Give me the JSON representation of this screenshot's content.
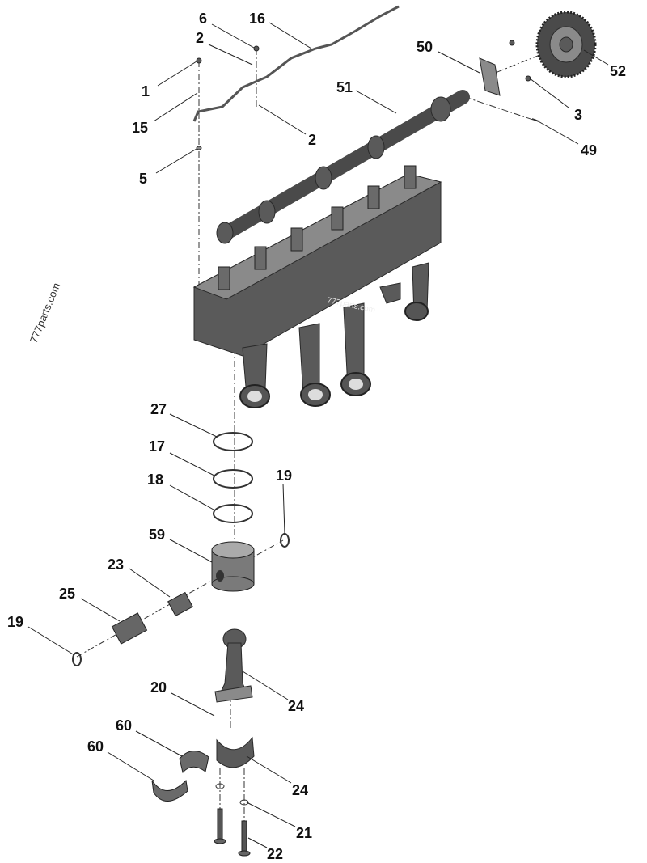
{
  "diagram": {
    "watermark": "777parts.com",
    "callouts": {
      "c16": "16",
      "c6": "6",
      "c2a": "2",
      "c1": "1",
      "c15": "15",
      "c2b": "2",
      "c5": "5",
      "c50": "50",
      "c52": "52",
      "c51": "51",
      "c3": "3",
      "c49": "49",
      "c27": "27",
      "c17": "17",
      "c18": "18",
      "c19a": "19",
      "c59": "59",
      "c23": "23",
      "c25": "25",
      "c19b": "19",
      "c20": "20",
      "c24a": "24",
      "c60a": "60",
      "c60b": "60",
      "c24b": "24",
      "c21": "21",
      "c22": "22"
    }
  }
}
